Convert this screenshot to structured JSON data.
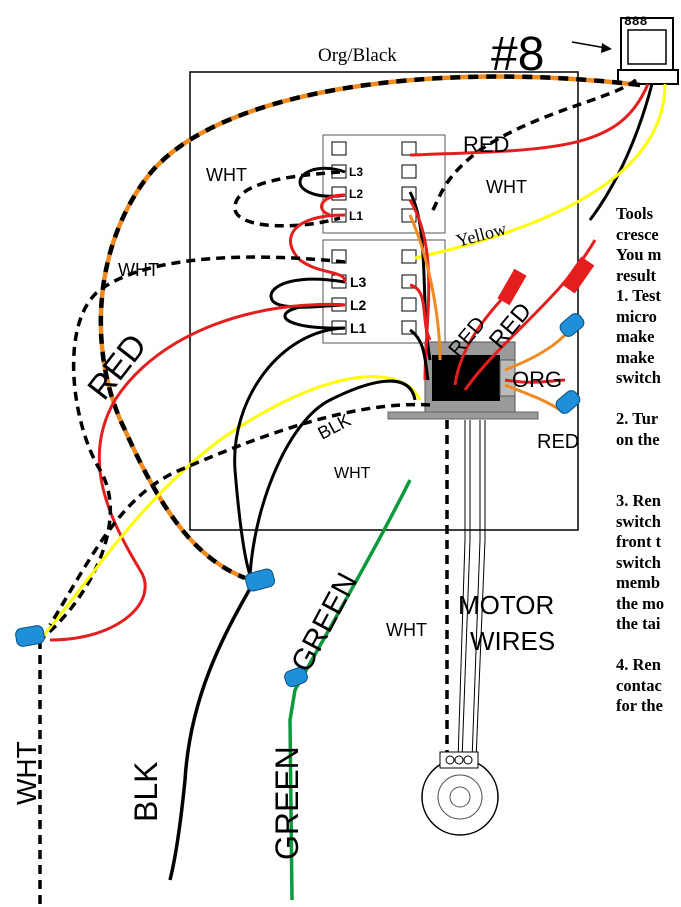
{
  "labels": {
    "number": "#8",
    "org_black": "Org/Black",
    "red_top": "RED",
    "wht_top_left": "WHT",
    "wht_top_right": "WHT",
    "l3_a": "L3",
    "l2_a": "L2",
    "l1_a": "L1",
    "l3_b": "L3",
    "l2_b": "L2",
    "l1_b": "L1",
    "yellow": "Yellow",
    "wht_left": "WHT",
    "red_big": "RED",
    "red_diag_1": "RED",
    "red_diag_2": "RED",
    "org": "ORG",
    "blk_small": "BLK",
    "wht_transformer": "WHT",
    "red_transformer": "RED",
    "green_mid": "GREEN",
    "green_bottom": "GREEN",
    "motor_line1": "MOTOR",
    "motor_line2": "WIRES",
    "wht_motor": "WHT",
    "wht_bottom": "WHT",
    "blk_bottom": "BLK"
  },
  "instructions": {
    "lines": [
      "Tools",
      "cresce",
      "You m",
      "result",
      "1. Test",
      "micro",
      "make",
      "make",
      "switch",
      "",
      "2. Tur",
      "on the",
      "",
      "",
      "3. Ren",
      "switch",
      "front t",
      "switch",
      "memb",
      "the mo",
      "the tai",
      "",
      "4. Ren",
      "contac",
      "for the"
    ]
  },
  "colors": {
    "red": "#e41e1e",
    "orange": "#f08a1e",
    "yellow": "#ffff00",
    "green": "#0a9a3c",
    "black": "#000000",
    "wire_nut": "#1e8fd8",
    "transformer_grey": "#9a9a9a"
  }
}
